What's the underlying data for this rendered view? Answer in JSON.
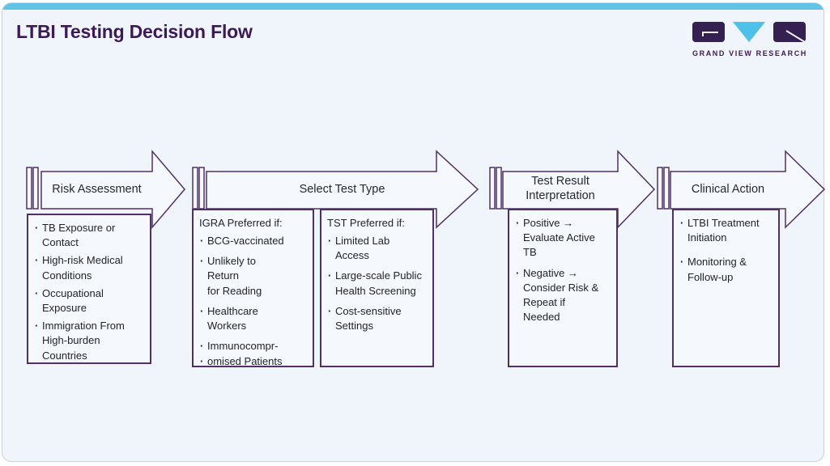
{
  "header": {
    "title": "LTBI Testing Decision Flow"
  },
  "logo": {
    "wordmark": "GRAND VIEW RESEARCH"
  },
  "colors": {
    "top_bar_blue": "#62c3e9",
    "logo_blue": "#4fc0e9",
    "accent_purple": "#4f3166",
    "title_purple": "#3b1a56",
    "background": "#eff5fa"
  },
  "stages": [
    {
      "label": "Risk Assessment",
      "items": [
        "TB Exposure or\nContact",
        "High-risk Medical\nConditions",
        "Occupational\nExposure",
        "Immigration From\nHigh-burden\nCountries"
      ]
    },
    {
      "label": "Select Test Type",
      "columns": [
        {
          "header": "IGRA Preferred if:",
          "items": [
            "BCG-vaccinated",
            "Unlikely to\nReturn\nfor Reading",
            "Healthcare\nWorkers",
            "Immunocompr-",
            "omised Patients"
          ]
        },
        {
          "header": "TST Preferred if:",
          "items": [
            "Limited Lab\nAccess",
            "Large-scale Public\nHealth Screening",
            "Cost-sensitive\nSettings"
          ]
        }
      ]
    },
    {
      "label": "Test Result Interpretation",
      "items": [
        "Positive →\nEvaluate Active\nTB",
        "Negative →\nConsider Risk &\nRepeat if\nNeeded"
      ]
    },
    {
      "label": "Clinical Action",
      "items": [
        "LTBI Treatment\nInitiation",
        "Monitoring &\nFollow-up"
      ]
    }
  ]
}
